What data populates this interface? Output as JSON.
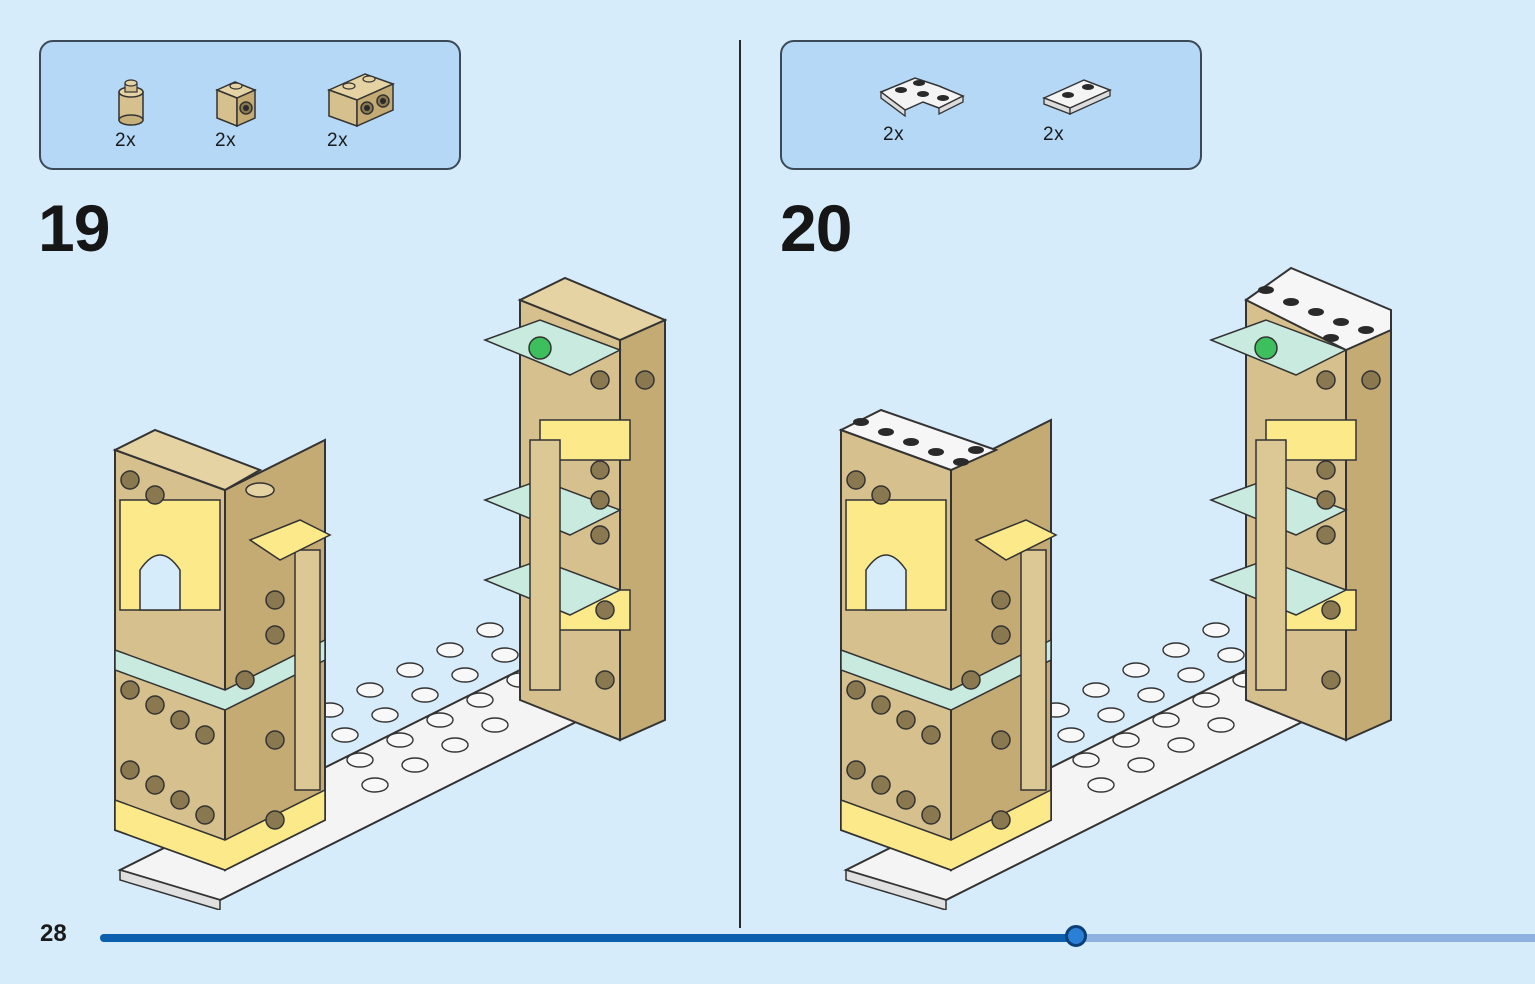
{
  "page": {
    "number": "28",
    "progress": 0.68
  },
  "steps": [
    {
      "number": "19",
      "parts": [
        {
          "icon": "round-brick-1x1-tan",
          "qty": "2x"
        },
        {
          "icon": "brick-1x1-side-stud-tan",
          "qty": "2x"
        },
        {
          "icon": "brick-1x2-side-studs-tan",
          "qty": "2x"
        }
      ]
    },
    {
      "number": "20",
      "parts": [
        {
          "icon": "corner-plate-white",
          "qty": "2x"
        },
        {
          "icon": "plate-1x2-white",
          "qty": "2x"
        }
      ]
    }
  ],
  "colors": {
    "background": "#d7ecfb",
    "parts_box": "#b4d8f6",
    "tan": "#d6c08e",
    "yellow": "#fbe98a",
    "mint": "#c9eadf",
    "white": "#f6f6f6",
    "progress": "#0b5fad"
  }
}
